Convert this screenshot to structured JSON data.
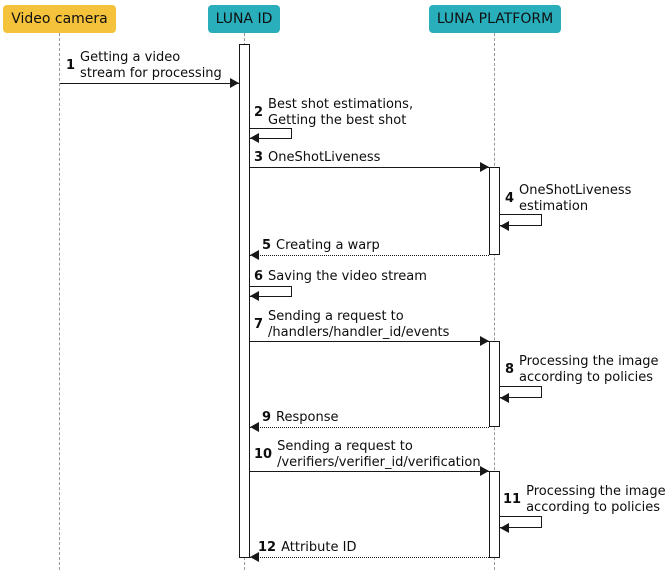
{
  "colors": {
    "participant_orange": "#F5C23B",
    "participant_teal": "#29AEBB",
    "arrow": "#181818",
    "lifeline": "#9A9A9A",
    "activation_fill": "#FFFFFF"
  },
  "participants": [
    {
      "label": "Video camera"
    },
    {
      "label": "LUNA ID"
    },
    {
      "label": "LUNA PLATFORM"
    }
  ],
  "messages": [
    {
      "num": "1",
      "lines": [
        "Getting a video",
        "stream for processing"
      ]
    },
    {
      "num": "2",
      "lines": [
        "Best shot estimations,",
        "Getting the best shot"
      ]
    },
    {
      "num": "3",
      "lines": [
        "OneShotLiveness"
      ]
    },
    {
      "num": "4",
      "lines": [
        "OneShotLiveness",
        "estimation"
      ]
    },
    {
      "num": "5",
      "lines": [
        "Creating a warp"
      ]
    },
    {
      "num": "6",
      "lines": [
        "Saving the video stream"
      ]
    },
    {
      "num": "7",
      "lines": [
        "Sending a request to",
        "/handlers/handler_id/events"
      ]
    },
    {
      "num": "8",
      "lines": [
        "Processing the image",
        "according to policies"
      ]
    },
    {
      "num": "9",
      "lines": [
        "Response"
      ]
    },
    {
      "num": "10",
      "lines": [
        "Sending a request to",
        "/verifiers/verifier_id/verification"
      ]
    },
    {
      "num": "11",
      "lines": [
        "Processing the image",
        "according to policies"
      ]
    },
    {
      "num": "12",
      "lines": [
        "Attribute ID"
      ]
    }
  ]
}
